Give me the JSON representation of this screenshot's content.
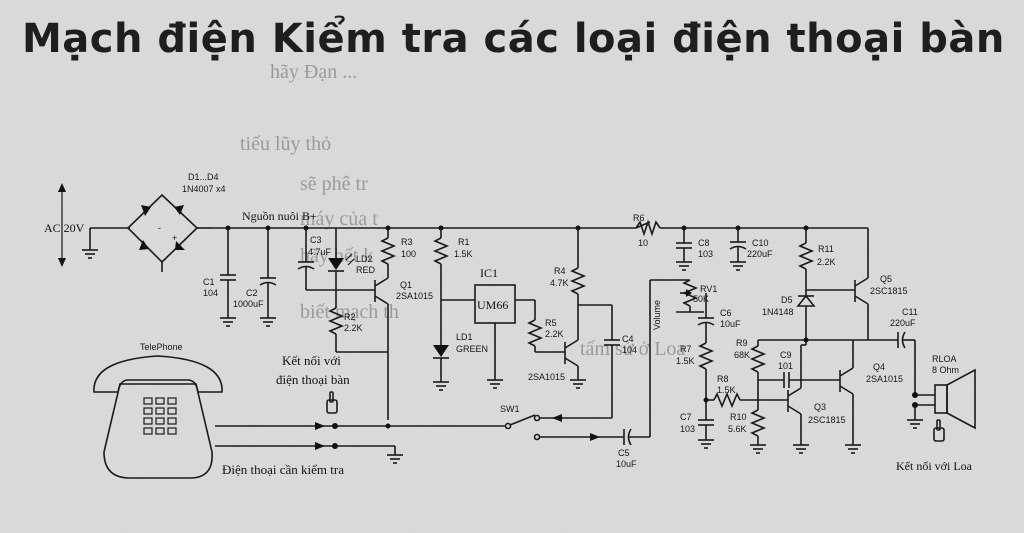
{
  "title": "Mạch điện Kiểm tra các loại điện thoại bàn",
  "bleed_text": [
    "hãy Đạn ...",
    "tiếu lũy thỏ",
    "sẽ phê tr",
    "máy của t",
    "hãy hết k",
    "biết mạch th",
    "tấm sử ở Loa"
  ],
  "labels": {
    "ac_source": "AC 20V",
    "bridge_name": "D1...D4",
    "bridge_part": "1N4007 x4",
    "supply_rail": "Nguồn nuôi B+",
    "c1_name": "C1",
    "c1_val": "104",
    "c2_name": "C2",
    "c2_val": "1000uF",
    "c3_name": "C3",
    "c3_val": "4.7uF",
    "ld2_name": "LD2",
    "ld2_val": "RED",
    "r3_name": "R3",
    "r3_val": "100",
    "q1_name": "Q1",
    "q1_val": "2SA1015",
    "r2_name": "R2",
    "r2_val": "2.2K",
    "r1_name": "R1",
    "r1_val": "1.5K",
    "ic1_name": "IC1",
    "ic1_part": "UM66",
    "ld1_name": "LD1",
    "ld1_val": "GREEN",
    "r5_name": "R5",
    "r5_val": "2.2K",
    "q2_val": "2SA1015",
    "r4_name": "R4",
    "r4_val": "4.7K",
    "c4_name": "C4",
    "c4_val": "104",
    "r6_name": "R6",
    "r6_val": "10",
    "c8_name": "C8",
    "c8_val": "103",
    "c10_name": "C10",
    "c10_val": "220uF",
    "r11_name": "R11",
    "r11_val": "2.2K",
    "q5_name": "Q5",
    "q5_val": "2SC1815",
    "d5_name": "D5",
    "d5_val": "1N4148",
    "rv1_name": "RV1",
    "rv1_val": "50K",
    "volume": "Volume",
    "c6_name": "C6",
    "c6_val": "10uF",
    "c11_name": "C11",
    "c11_val": "220uF",
    "r7_name": "R7",
    "r7_val": "1.5K",
    "r9_name": "R9",
    "r9_val": "68K",
    "c9_name": "C9",
    "c9_val": "101",
    "q4_name": "Q4",
    "q4_val": "2SA1015",
    "rloa_name": "RLOA",
    "rloa_val": "8 Ohm",
    "r8_name": "R8",
    "r8_val": "1.5K",
    "q3_name": "Q3",
    "q3_val": "2SC1815",
    "c7_name": "C7",
    "c7_val": "103",
    "r10_name": "R10",
    "r10_val": "5.6K",
    "sw1_name": "SW1",
    "c5_name": "C5",
    "c5_val": "10uF",
    "telephone": "TelePhone",
    "connect_phone_1": "Kết nối với",
    "connect_phone_2": "điện thoại bàn",
    "phone_under_test": "Điện thoại cần kiểm tra",
    "connect_speaker": "Kết nối với Loa"
  }
}
